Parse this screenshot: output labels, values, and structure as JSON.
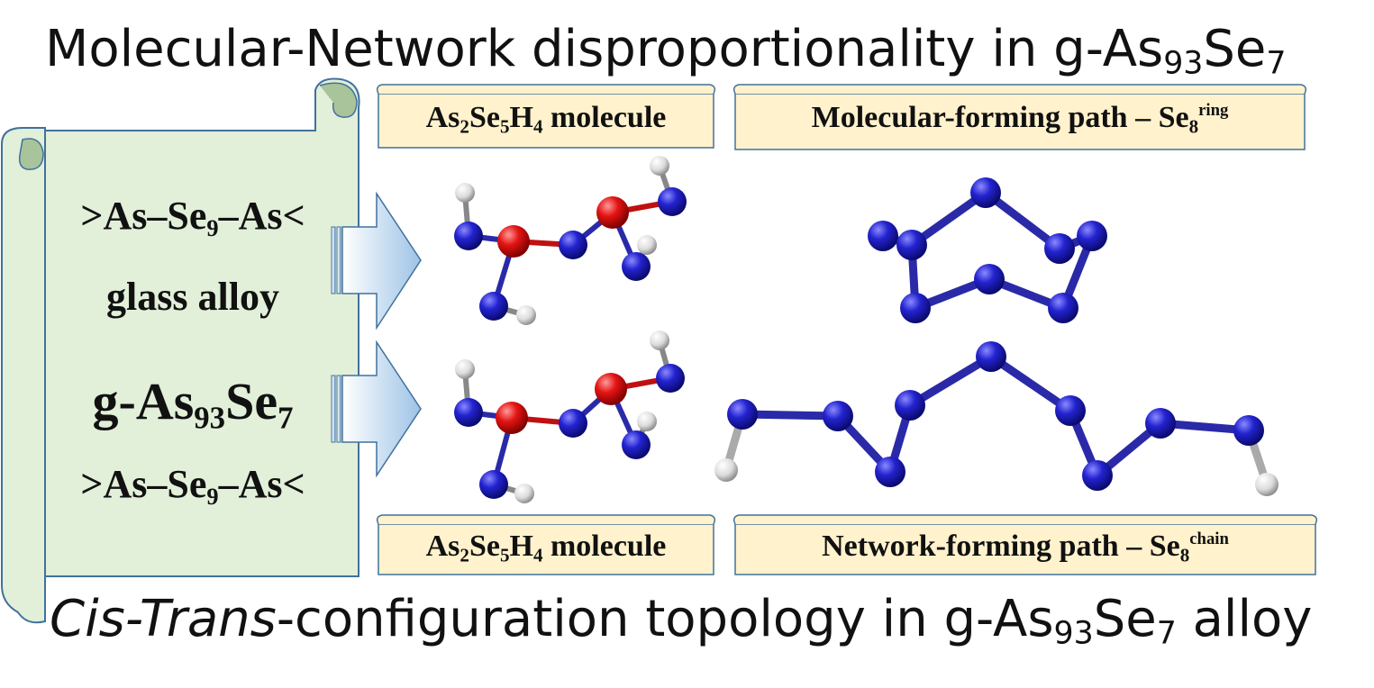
{
  "title_top": {
    "main": "Molecular-Network disproportionality in g-As",
    "sub1": "93",
    "mid": "Se",
    "sub2": "7"
  },
  "title_bottom": {
    "italic": "Cis-Trans",
    "main": "-configuration topology in g-As",
    "sub1": "93",
    "mid": "Se",
    "sub2": "7",
    "end": " alloy"
  },
  "scroll": {
    "line1": {
      "a": ">As–Se",
      "sub": "9",
      "b": "–As<"
    },
    "line2": "glass alloy",
    "line3": {
      "a": "g-As",
      "sub1": "93",
      "b": "Se",
      "sub2": "7"
    },
    "line4": {
      "a": ">As–Se",
      "sub": "9",
      "b": "–As<"
    }
  },
  "banners": {
    "top_left": {
      "a": "As",
      "s1": "2",
      "b": "Se",
      "s2": "5",
      "c": "H",
      "s3": "4",
      "d": " molecule"
    },
    "top_right": {
      "a": "Molecular-forming path – Se",
      "s": "8",
      "sup": "ring"
    },
    "bottom_left": {
      "a": "As",
      "s1": "2",
      "b": "Se",
      "s2": "5",
      "c": "H",
      "s3": "4",
      "d": " molecule"
    },
    "bottom_right": {
      "a": "Network-forming path – Se",
      "s": "8",
      "sup": "chain"
    }
  },
  "colors": {
    "scroll_fill": "#e2efd9",
    "scroll_stroke": "#41719c",
    "banner_fill": "#fff2cc",
    "arrow_fill": "#bdd7ee",
    "se_atom": "#1f1fbf",
    "as_atom": "#e01010",
    "h_atom": "#e8e8e8",
    "bond": "#2a2aa8"
  }
}
